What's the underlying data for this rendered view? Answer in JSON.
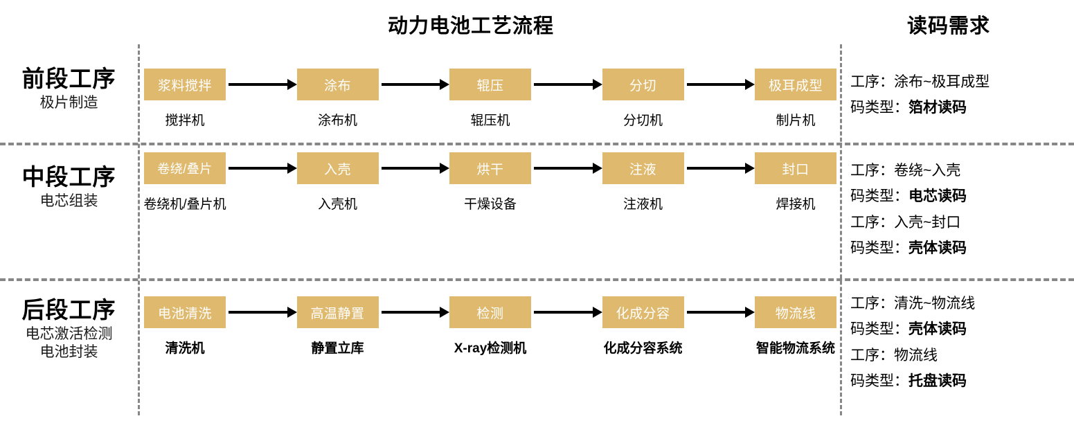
{
  "header": {
    "main_title": "动力电池工艺流程",
    "right_title": "读码需求"
  },
  "stages": [
    {
      "title": "前段工序",
      "subtitle": "极片制造",
      "nodes": [
        {
          "box": "浆料搅拌",
          "caption": "搅拌机"
        },
        {
          "box": "涂布",
          "caption": "涂布机"
        },
        {
          "box": "辊压",
          "caption": "辊压机"
        },
        {
          "box": "分切",
          "caption": "分切机"
        },
        {
          "box": "极耳成型",
          "caption": "制片机"
        }
      ],
      "requirements": [
        {
          "label": "工序：",
          "value": "涂布~极耳成型",
          "bold": false
        },
        {
          "label": "码类型：",
          "value": "箔材读码",
          "bold": true
        }
      ]
    },
    {
      "title": "中段工序",
      "subtitle": "电芯组装",
      "nodes": [
        {
          "box": "卷绕/叠片",
          "caption": "卷绕机/叠片机"
        },
        {
          "box": "入壳",
          "caption": "入壳机"
        },
        {
          "box": "烘干",
          "caption": "干燥设备"
        },
        {
          "box": "注液",
          "caption": "注液机"
        },
        {
          "box": "封口",
          "caption": "焊接机"
        }
      ],
      "requirements": [
        {
          "label": "工序：",
          "value": "卷绕~入壳",
          "bold": false
        },
        {
          "label": "码类型：",
          "value": "电芯读码",
          "bold": true
        },
        {
          "label": "工序：",
          "value": "入壳~封口",
          "bold": false
        },
        {
          "label": "码类型：",
          "value": "壳体读码",
          "bold": true
        }
      ]
    },
    {
      "title": "后段工序",
      "subtitle": "电芯激活检测\n电池封装",
      "nodes": [
        {
          "box": "电池清洗",
          "caption": "清洗机"
        },
        {
          "box": "高温静置",
          "caption": "静置立库"
        },
        {
          "box": "检测",
          "caption": "X-ray检测机"
        },
        {
          "box": "化成分容",
          "caption": "化成分容系统"
        },
        {
          "box": "物流线",
          "caption": "智能物流系统"
        }
      ],
      "requirements": [
        {
          "label": "工序：",
          "value": "清洗~物流线",
          "bold": false
        },
        {
          "label": "码类型：",
          "value": "壳体读码",
          "bold": true
        },
        {
          "label": "工序：",
          "value": "物流线",
          "bold": false
        },
        {
          "label": "码类型：",
          "value": "托盘读码",
          "bold": true
        }
      ]
    }
  ],
  "colors": {
    "node_fill": "#dfb96d",
    "node_text": "#ffffff",
    "separator": "#878787",
    "arrow": "#000000",
    "text": "#000000"
  }
}
